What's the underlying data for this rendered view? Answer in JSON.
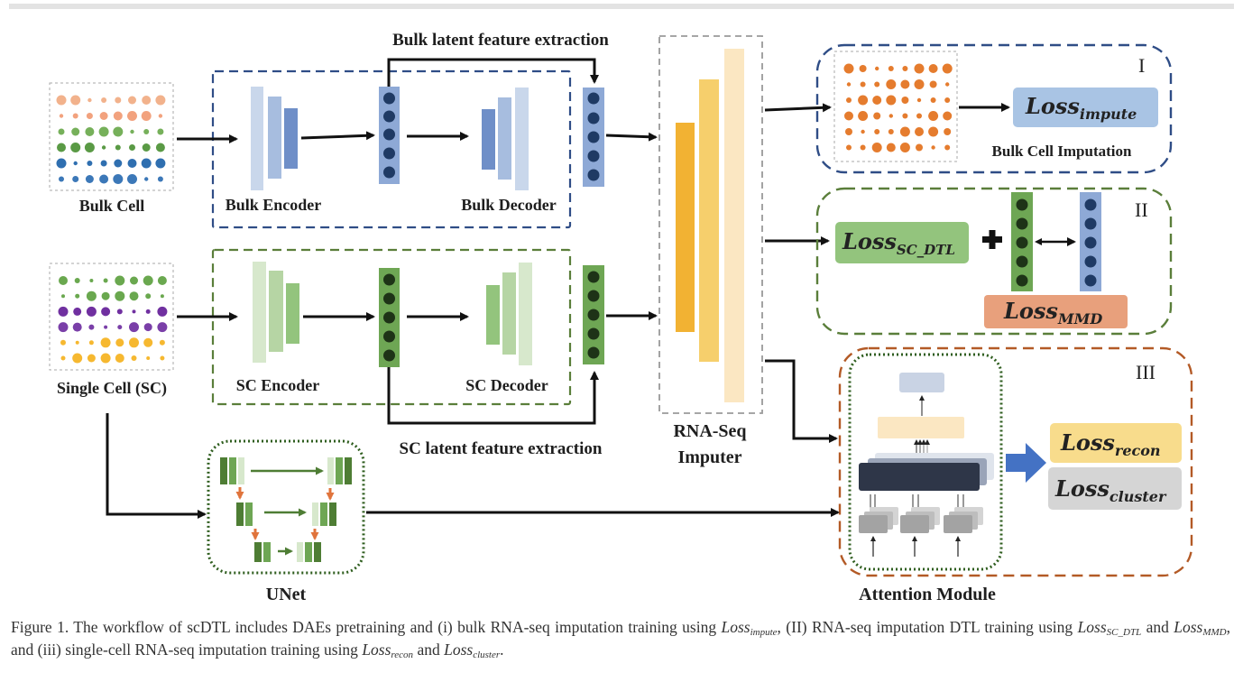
{
  "figure": {
    "labels": {
      "bulk_latent": "Bulk latent feature extraction",
      "sc_latent": "SC latent feature extraction",
      "bulk_cell": "Bulk Cell",
      "single_cell": "Single Cell (SC)",
      "bulk_encoder": "Bulk Encoder",
      "bulk_decoder": "Bulk Decoder",
      "sc_encoder": "SC Encoder",
      "sc_decoder": "SC Decoder",
      "imputer_line1": "RNA-Seq",
      "imputer_line2": "Imputer",
      "unet": "UNet",
      "attention": "Attention Module",
      "bulk_imputation": "Bulk Cell Imputation"
    },
    "panels": {
      "p1": "I",
      "p2": "II",
      "p3": "III"
    },
    "losses": {
      "impute_main": "Loss",
      "impute_sub": "impute",
      "scdtl_main": "Loss",
      "scdtl_sub": "SC_DTL",
      "mmd_main": "Loss",
      "mmd_sub": "MMD",
      "recon_main": "Loss",
      "recon_sub": "recon",
      "cluster_main": "Loss",
      "cluster_sub": "cluster"
    },
    "colors": {
      "blue_dash": "#2f4d86",
      "green_dash": "#5a7e3a",
      "orange_dash": "#b35a26",
      "loss_blue": "#a9c4e4",
      "loss_green": "#93c47d",
      "loss_orange": "#e8a07c",
      "loss_yellow": "#f8dc8c",
      "loss_grey": "#d5d5d5"
    }
  },
  "caption": {
    "t1": "Figure 1. The workflow of scDTL includes DAEs pretraining and (i) bulk RNA-seq imputation training using ",
    "l1": "Loss",
    "s1": "impute",
    "t2": ", (II) RNA-seq imputation DTL training using ",
    "l2": "Loss",
    "s2": "SC_DTL",
    "t3": " and ",
    "l3": "Loss",
    "s3": "MMD",
    "t4": ", and (iii) single-cell RNA-seq imputation training using ",
    "l4": "Loss",
    "s4": "recon",
    "t5": " and ",
    "l5": "Loss",
    "s5": "cluster",
    "t6": "."
  }
}
